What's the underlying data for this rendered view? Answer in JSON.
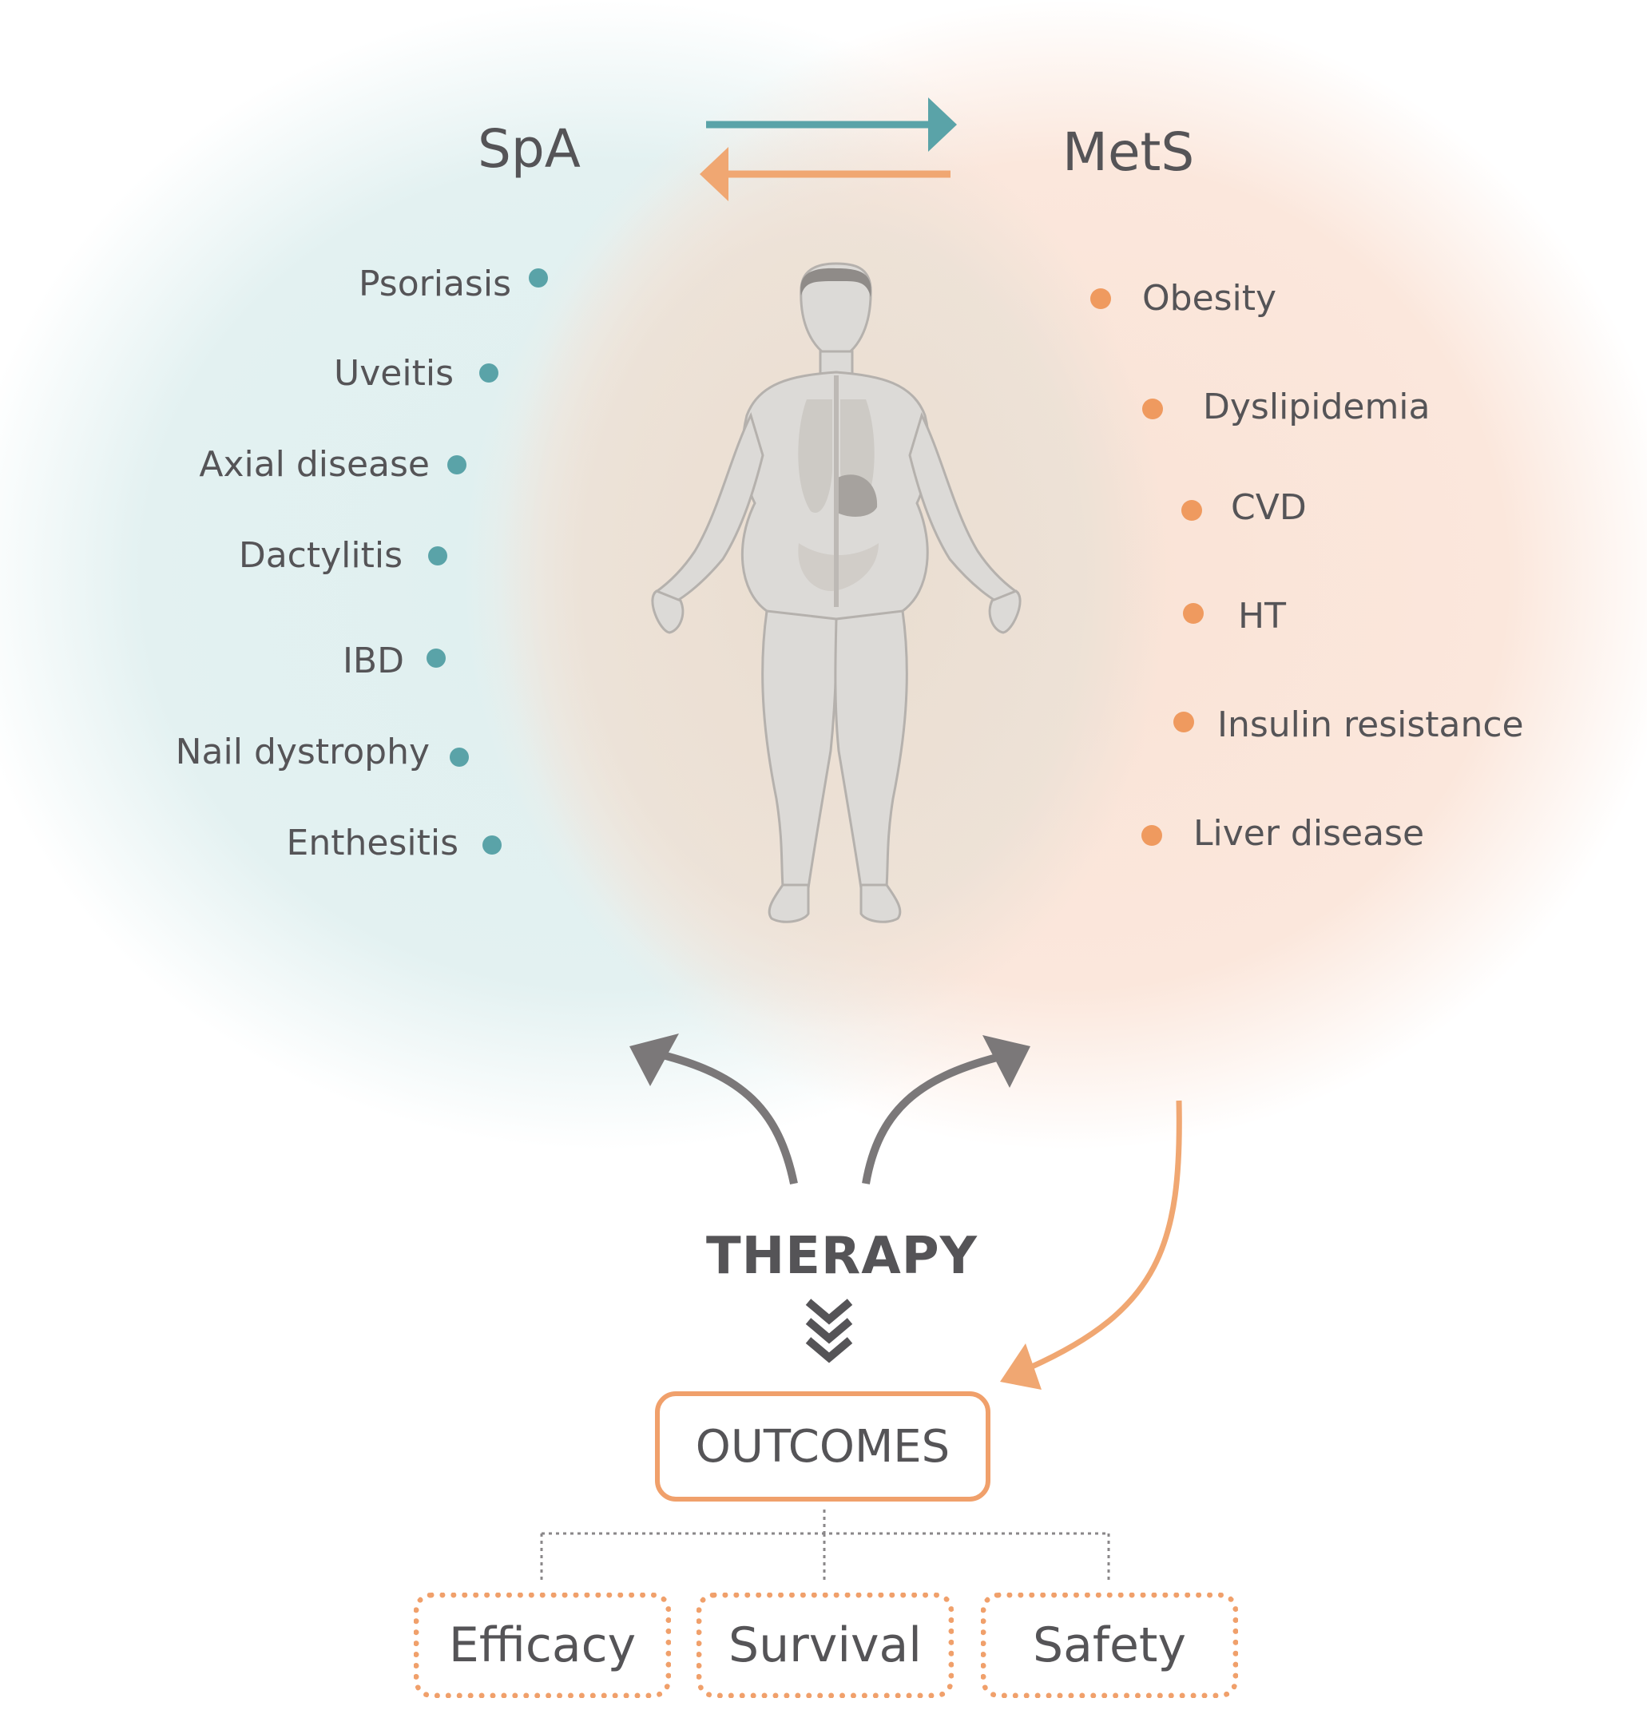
{
  "titles": {
    "left": "SpA",
    "right": "MetS"
  },
  "spa_items": [
    "Psoriasis",
    "Uveitis",
    "Axial disease",
    "Dactylitis",
    "IBD",
    "Nail dystrophy",
    "Enthesitis"
  ],
  "mets_items": [
    "Obesity",
    "Dyslipidemia",
    "CVD",
    "HT",
    "Insulin resistance",
    "Liver disease"
  ],
  "therapy": "THERAPY",
  "outcomes": "OUTCOMES",
  "outcome_types": [
    "Efficacy",
    "Survival",
    "Safety"
  ],
  "colors": {
    "teal": "#5aa3a8",
    "orange": "#ef9a5f",
    "arrow_gray": "#7b7879",
    "text": "#555457",
    "spa_bg": "#e3f1f1",
    "mets_bg": "#fbe7dc"
  },
  "icons": {
    "figure": "human-body-figure",
    "chevrons": "chevron-down-triple-icon"
  }
}
